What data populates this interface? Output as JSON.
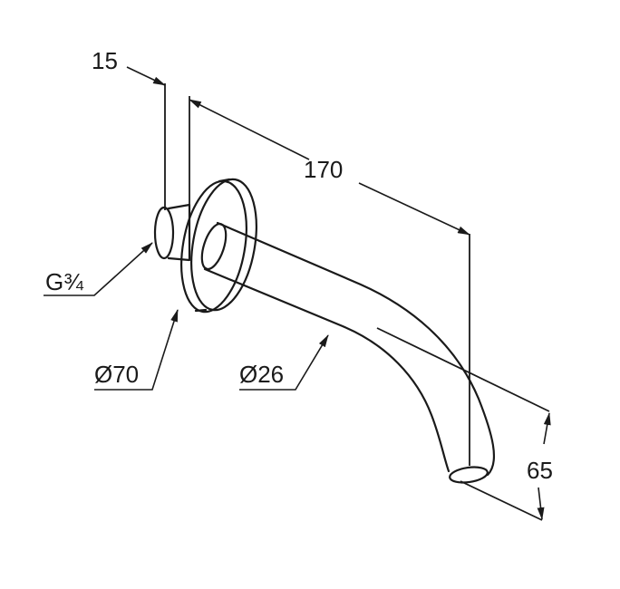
{
  "dimensions": {
    "flange_thickness": "15",
    "spout_length": "170",
    "thread": "G¾",
    "flange_diameter": "Ø70",
    "spout_diameter": "Ø26",
    "outlet_height": "65"
  },
  "colors": {
    "line": "#1a1a1a",
    "background": "#ffffff"
  }
}
